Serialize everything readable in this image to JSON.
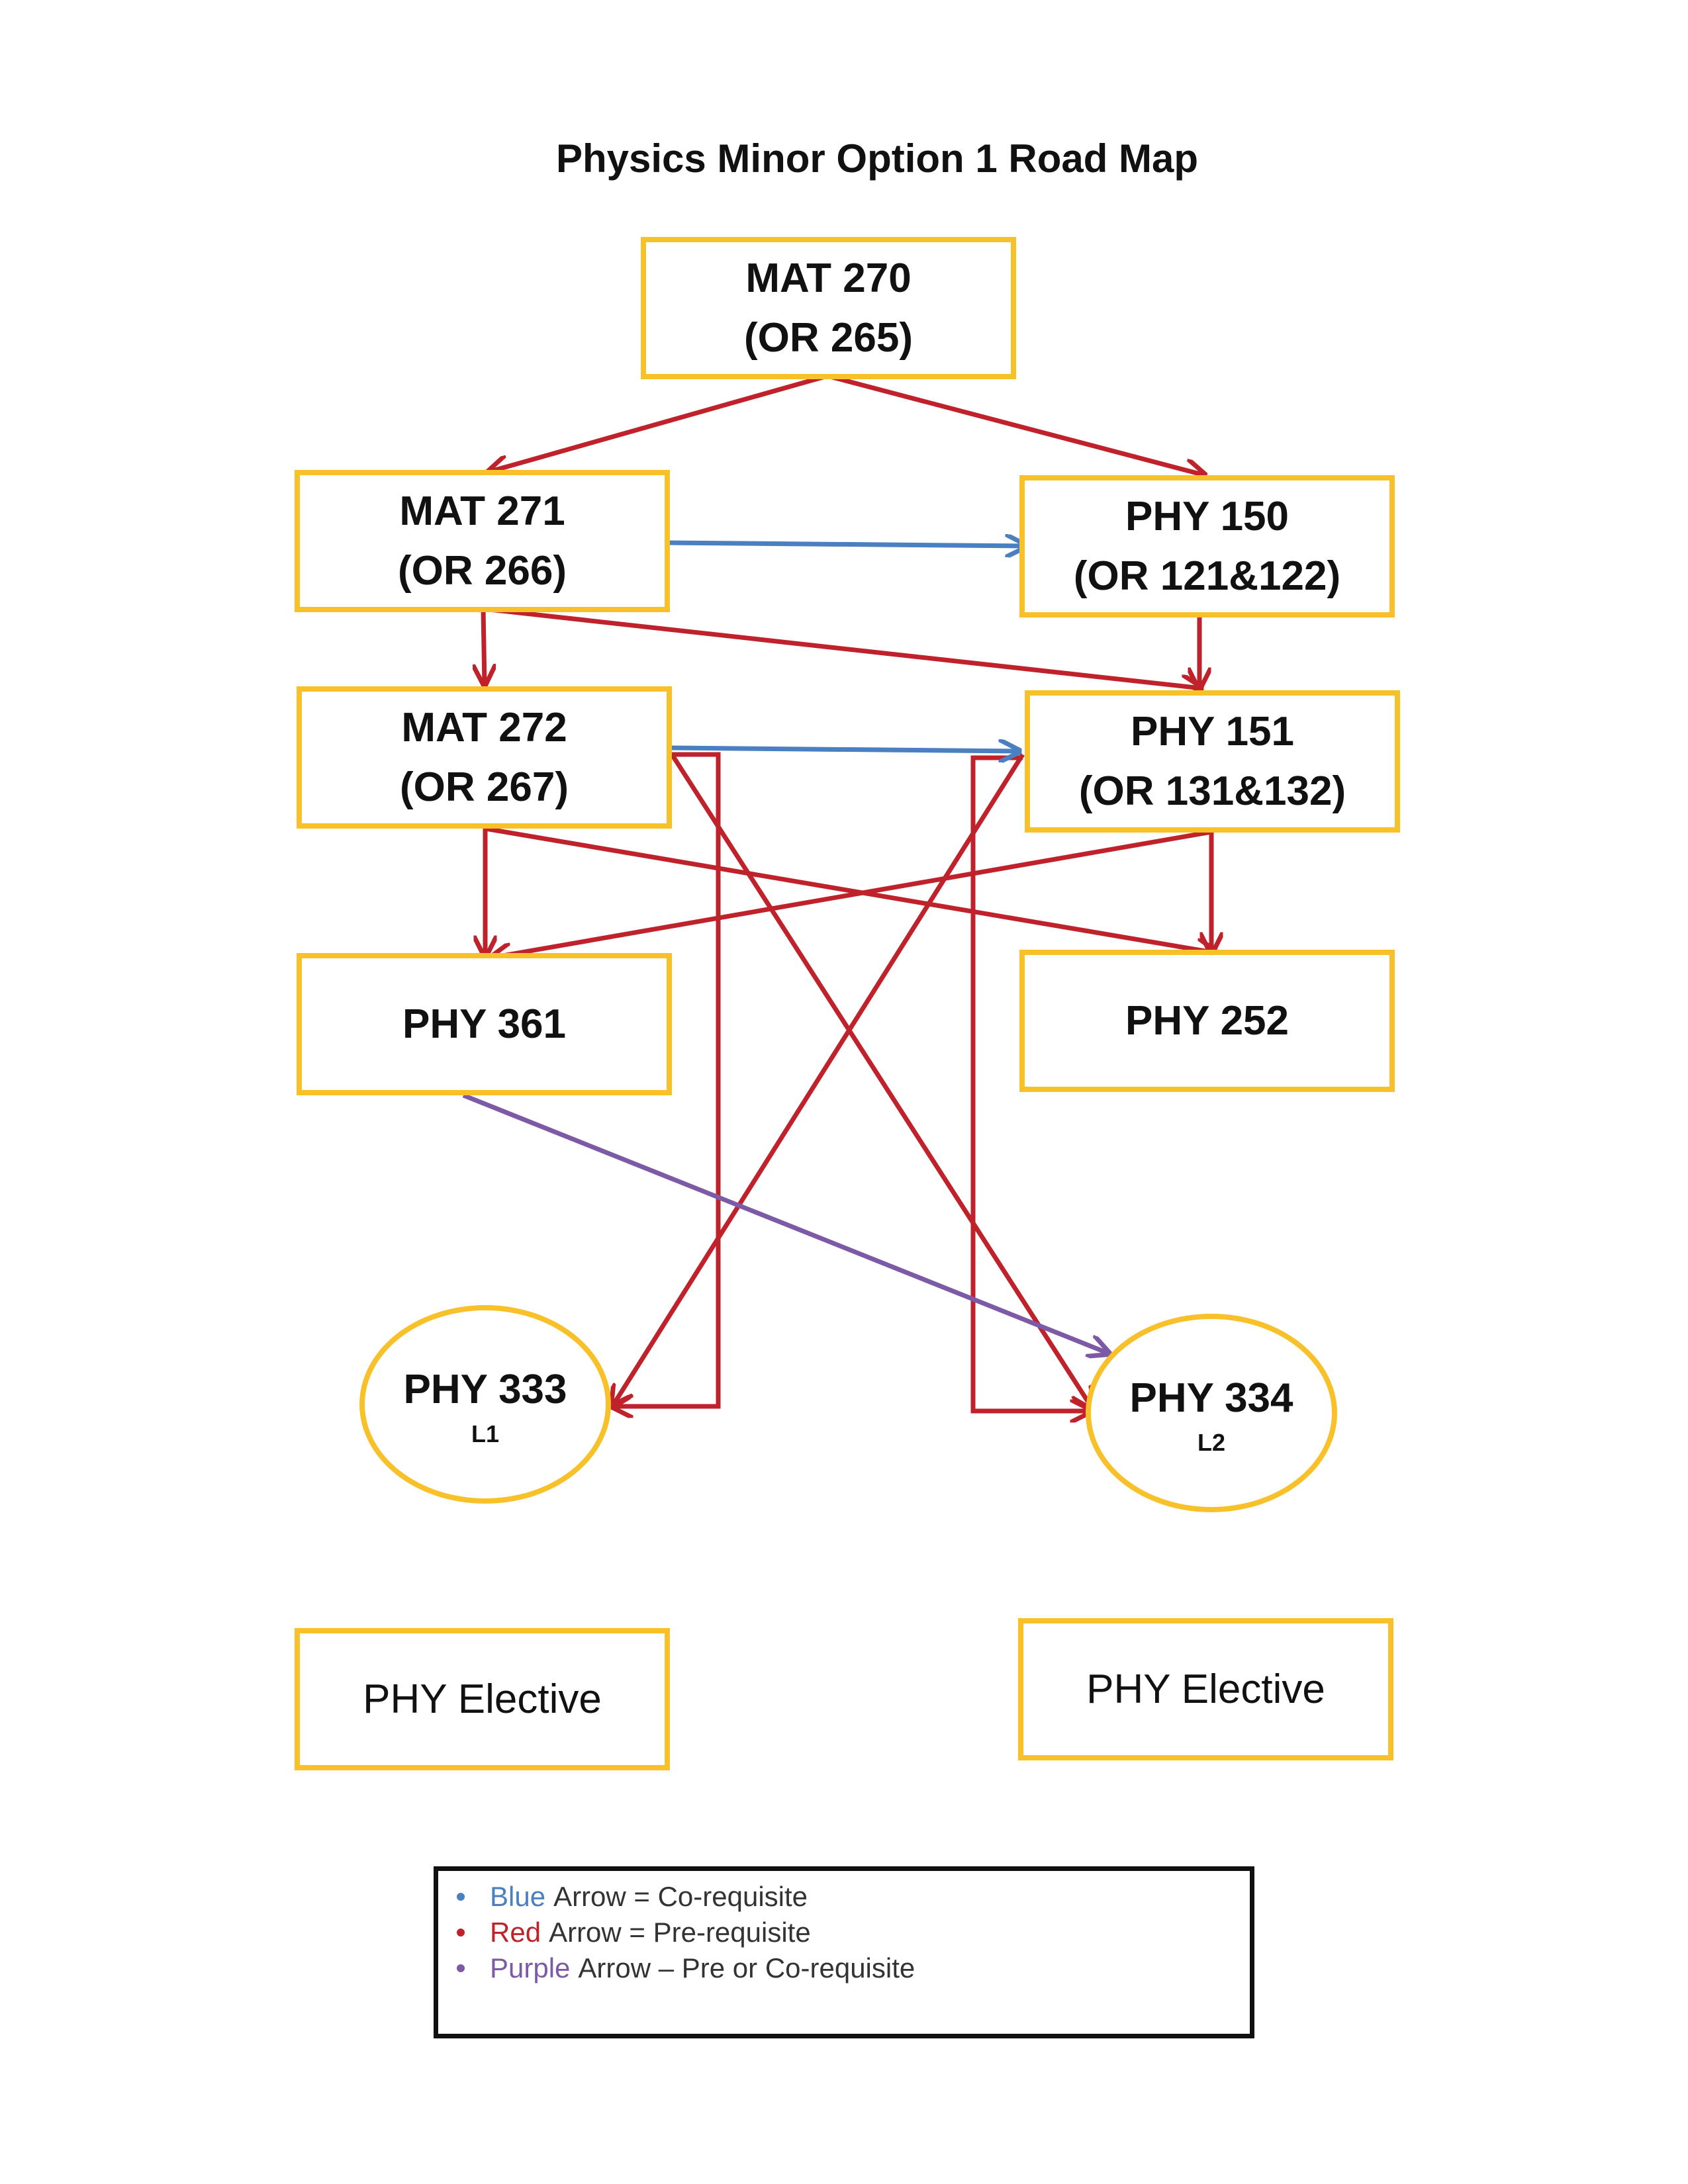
{
  "title": "Physics Minor Option 1 Road Map",
  "colors": {
    "box_border": "#f8c12a",
    "blue_arrow": "#4a7fc1",
    "red_arrow": "#c0222b",
    "purple_arrow": "#7d5aa6",
    "legend_border": "#111111"
  },
  "nodes": {
    "mat270": {
      "line1": "MAT 270",
      "line2": "(OR 265)"
    },
    "mat271": {
      "line1": "MAT 271",
      "line2": "(OR 266)"
    },
    "phy150": {
      "line1": "PHY 150",
      "line2": "(OR 121&122)"
    },
    "mat272": {
      "line1": "MAT 272",
      "line2": "(OR 267)"
    },
    "phy151": {
      "line1": "PHY 151",
      "line2": "(OR 131&132)"
    },
    "phy361": {
      "line1": "PHY 361"
    },
    "phy252": {
      "line1": "PHY 252"
    },
    "phy333": {
      "line1": "PHY 333",
      "sub": "L1"
    },
    "phy334": {
      "line1": "PHY 334",
      "sub": "L2"
    },
    "elective_left": {
      "label": "PHY Elective"
    },
    "elective_right": {
      "label": "PHY Elective"
    }
  },
  "edges": [
    {
      "from": "MAT 270",
      "to": "MAT 271",
      "type": "red"
    },
    {
      "from": "MAT 270",
      "to": "PHY 150",
      "type": "red"
    },
    {
      "from": "MAT 271",
      "to": "PHY 150",
      "type": "blue"
    },
    {
      "from": "MAT 271",
      "to": "MAT 272",
      "type": "red"
    },
    {
      "from": "MAT 271",
      "to": "PHY 151",
      "type": "red"
    },
    {
      "from": "PHY 150",
      "to": "PHY 151",
      "type": "red"
    },
    {
      "from": "MAT 272",
      "to": "PHY 151",
      "type": "blue"
    },
    {
      "from": "MAT 272",
      "to": "PHY 361",
      "type": "red"
    },
    {
      "from": "MAT 272",
      "to": "PHY 252",
      "type": "red"
    },
    {
      "from": "PHY 151",
      "to": "PHY 361",
      "type": "red"
    },
    {
      "from": "PHY 151",
      "to": "PHY 252",
      "type": "red"
    },
    {
      "from": "MAT 272",
      "to": "PHY 333",
      "type": "red"
    },
    {
      "from": "MAT 272",
      "to": "PHY 334",
      "type": "red"
    },
    {
      "from": "PHY 151",
      "to": "PHY 333",
      "type": "red"
    },
    {
      "from": "PHY 151",
      "to": "PHY 334",
      "type": "red"
    },
    {
      "from": "PHY 361",
      "to": "PHY 334",
      "type": "purple"
    }
  ],
  "legend": {
    "items": [
      {
        "word": "Blue",
        "text": "Arrow = Co-requisite"
      },
      {
        "word": "Red",
        "text": "Arrow = Pre-requisite"
      },
      {
        "word": "Purple",
        "text": "Arrow – Pre or Co-requisite"
      }
    ]
  }
}
